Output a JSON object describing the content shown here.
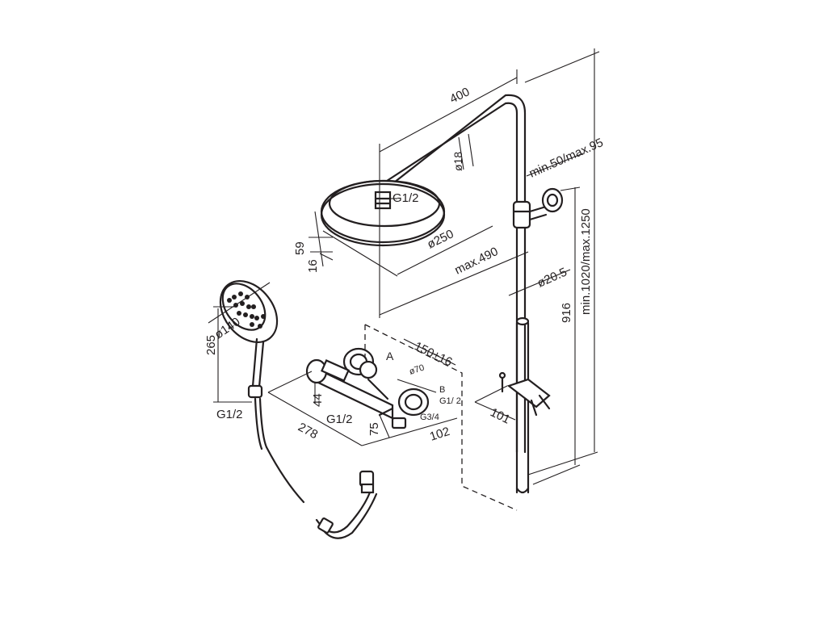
{
  "dimensions": {
    "arm_length": "400",
    "arm_diameter": "ø18",
    "wall_bracket_distance": "min.50/max.95",
    "head_connection": "G1/2",
    "head_diameter": "ø250",
    "head_height": "59",
    "head_thickness": "16",
    "projection": "max.490",
    "rail_diameter": "ø20.5",
    "rail_length": "916",
    "total_height": "min.1020/max.1250",
    "handshower_diameter": "ø140",
    "handshower_length": "265",
    "handshower_connection": "G1/2",
    "mixer_centers": "150±16",
    "mixer_body_diameter": "ø70",
    "outlet_a": "A",
    "outlet_b": "B",
    "connection_b": "G1/ 2",
    "mixer_height": "44",
    "mixer_inlet": "G1/2",
    "mixer_outlet_depth": "75",
    "inlet_g34": "G3/4",
    "mixer_length": "278",
    "mixer_depth": "102",
    "holder_size": "101"
  }
}
